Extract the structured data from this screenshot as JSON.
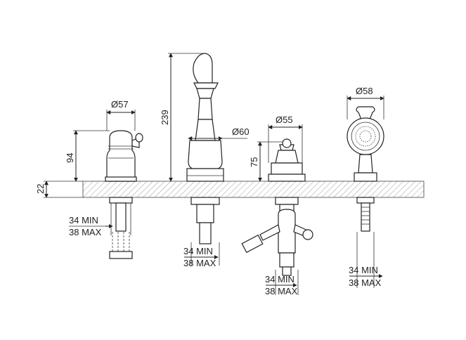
{
  "dimensions": {
    "d57": "Ø57",
    "d60": "Ø60",
    "d55": "Ø55",
    "d58": "Ø58",
    "h239": "239",
    "h94": "94",
    "h75": "75",
    "h22": "22"
  },
  "deck_range": {
    "min": "34 MIN",
    "max": "38 MAX"
  }
}
